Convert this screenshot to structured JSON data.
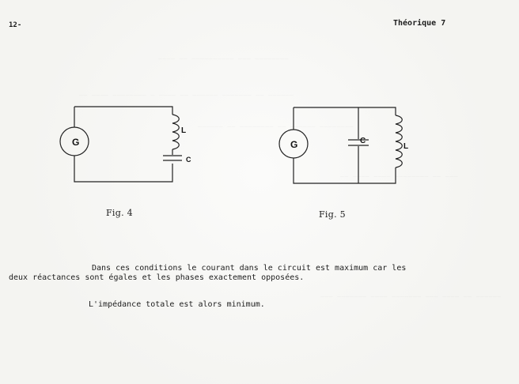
{
  "header": {
    "page_number": "12-",
    "title": "Théorique 7"
  },
  "figures": [
    {
      "caption": "Fig. 4",
      "generator_label": "G",
      "inductor_label": "L",
      "capacitor_label": "C"
    },
    {
      "caption": "Fig. 5",
      "generator_label": "G",
      "capacitor_label": "C",
      "inductor_label": "L"
    }
  ],
  "body": {
    "line_1": "Dans ces conditions le courant dans le circuit est maximum car les",
    "line_2": "deux réactances sont égales et les phases exactement opposées.",
    "line_3": "L'impédance totale est alors minimum."
  }
}
